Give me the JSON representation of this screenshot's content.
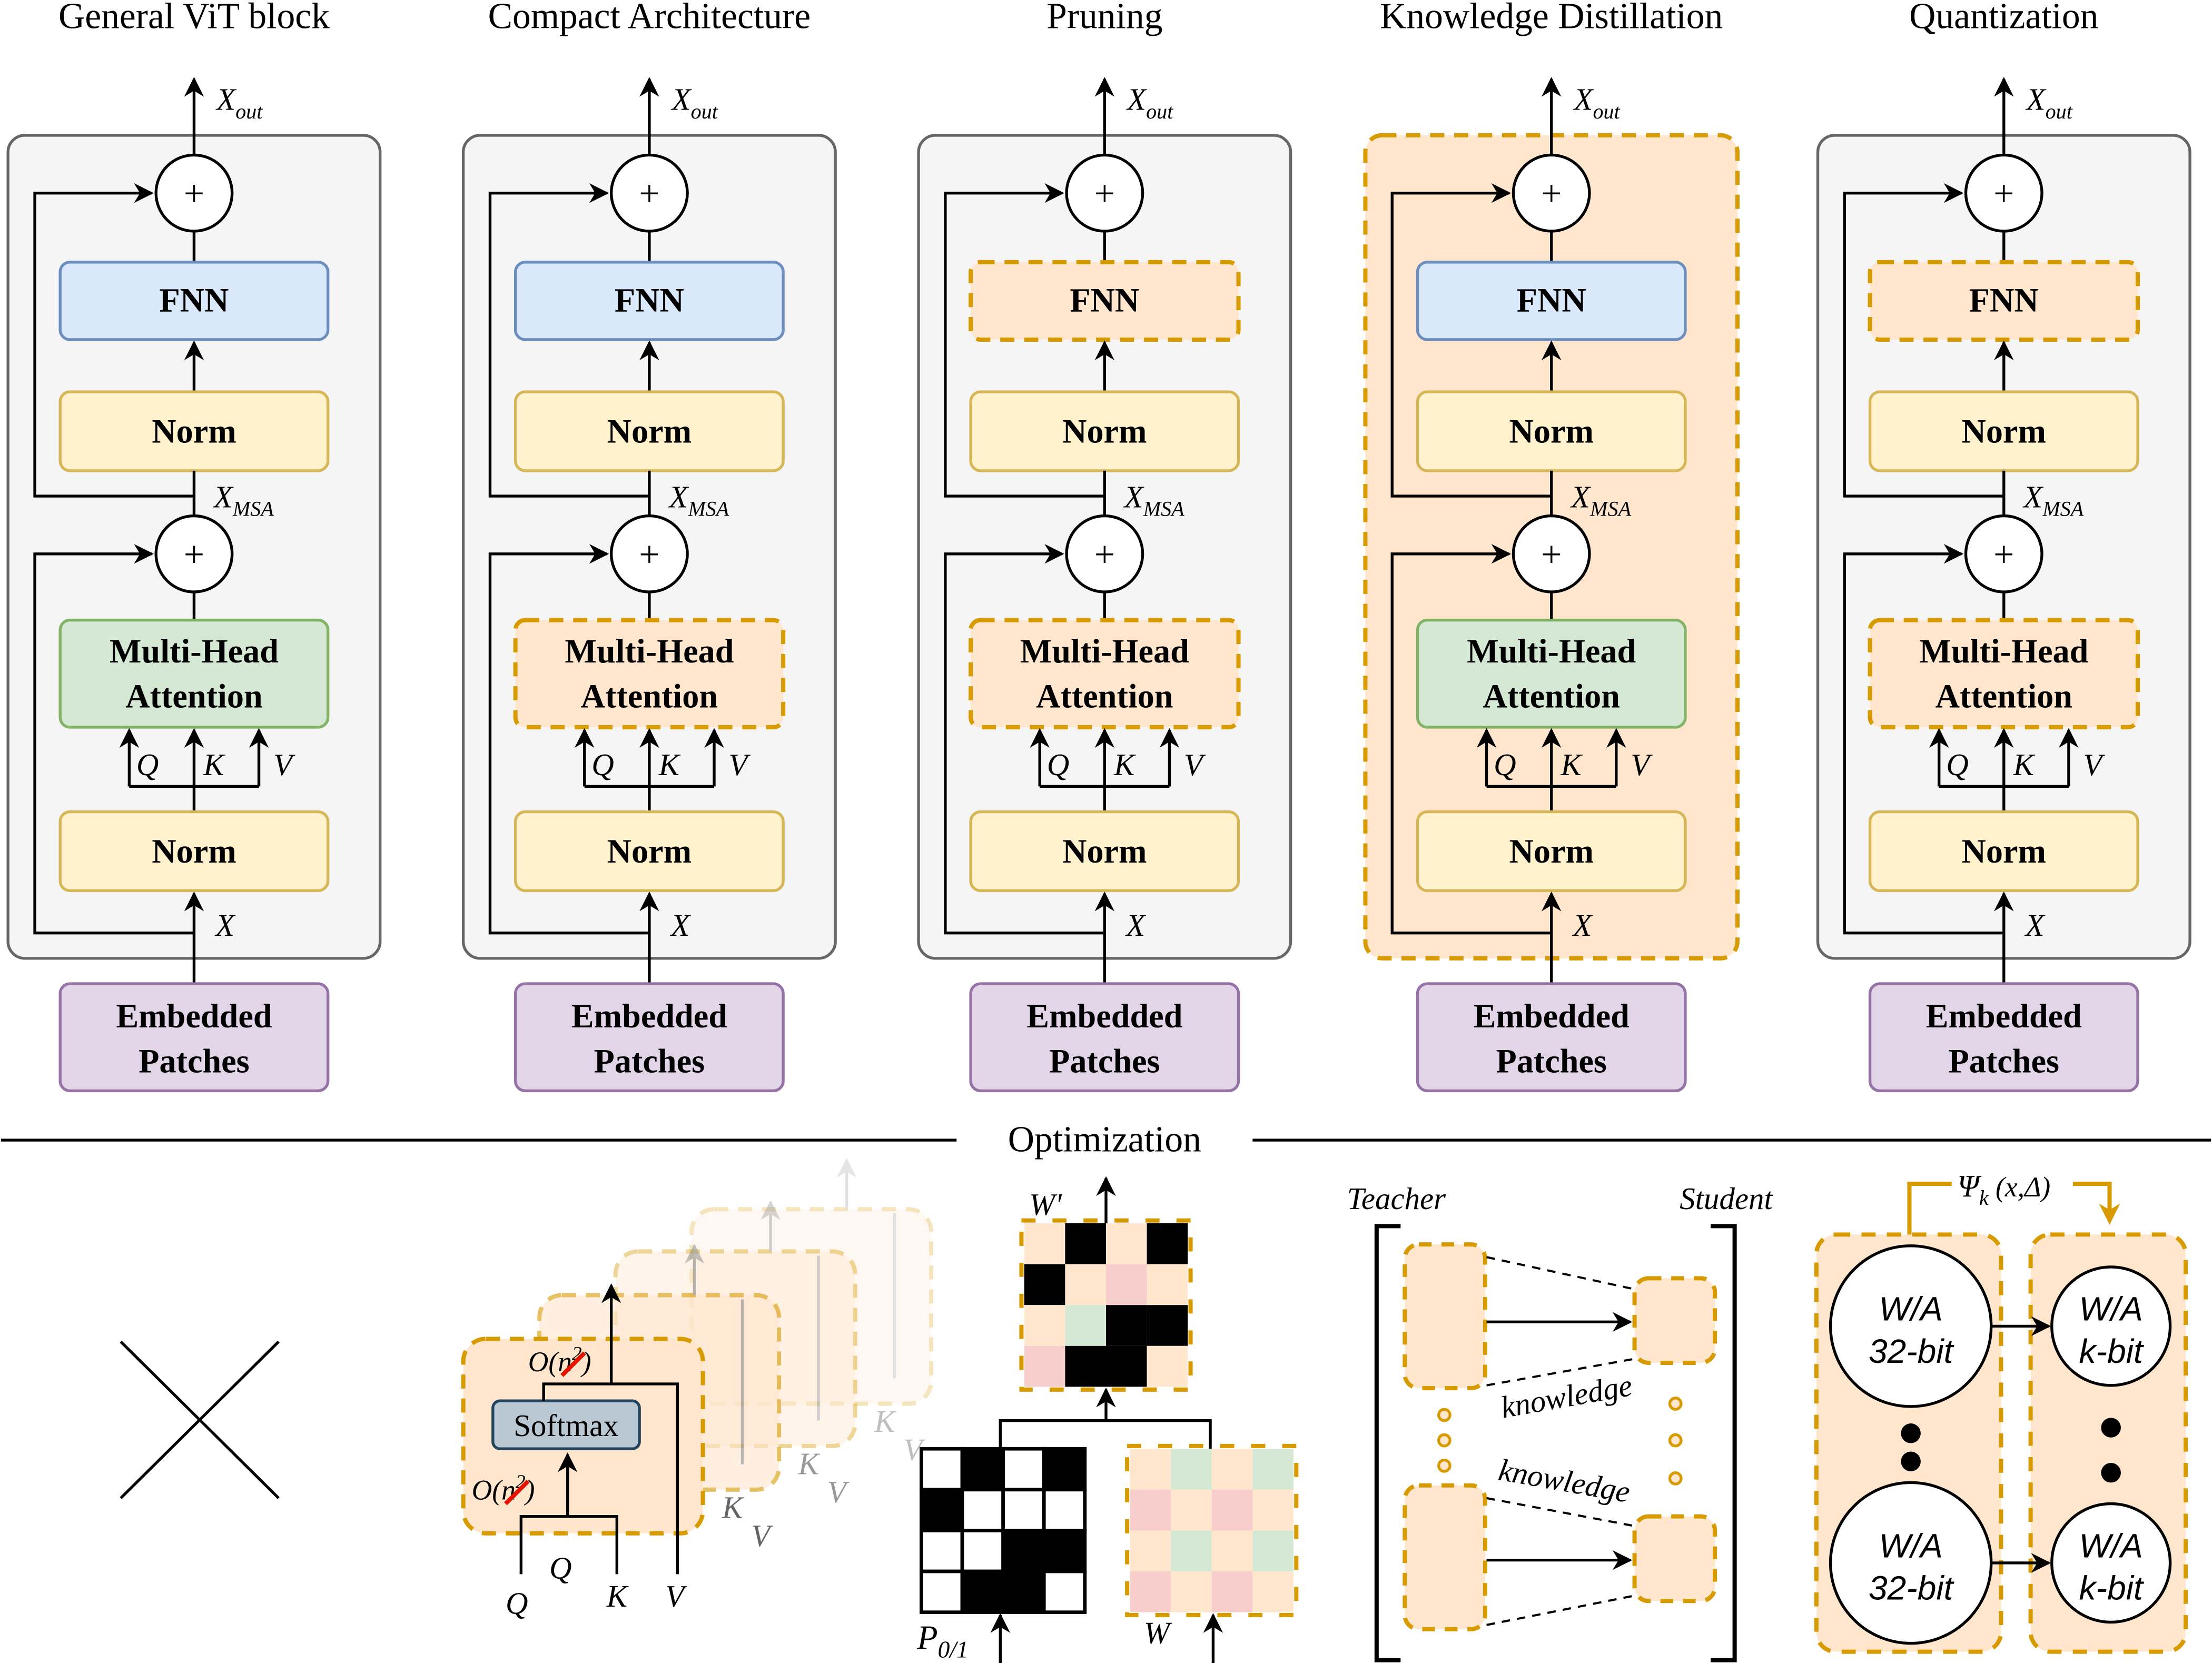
{
  "colors": {
    "panel_fill": "#f5f5f5",
    "panel_stroke": "#666666",
    "highlight_fill": "#ffe6cc",
    "highlight_stroke": "#d79b00",
    "fnn_fill": "#dae8fc",
    "fnn_stroke": "#6c8ebf",
    "norm_fill": "#fff2cc",
    "norm_stroke": "#d6b656",
    "mha_fill": "#d5e8d4",
    "mha_stroke": "#82b366",
    "embed_fill": "#e1d5e7",
    "embed_stroke": "#9673a6",
    "softmax_fill": "#bac8d3",
    "softmax_stroke": "#23445d",
    "cell_orange": "#ffe6cc",
    "cell_green": "#d5e8d4",
    "cell_red": "#f8cecc",
    "cell_black": "#000000",
    "cell_white": "#ffffff",
    "strike_red": "#e51400"
  },
  "block_labels": {
    "fnn": "FNN",
    "norm": "Norm",
    "mha_line1": "Multi-Head",
    "mha_line2": "Attention",
    "embed_line1": "Embedded",
    "embed_line2": "Patches",
    "plus": "+",
    "x_out": "X",
    "x_out_sub": "out",
    "x_msa": "X",
    "x_msa_sub": "MSA",
    "x_in": "X",
    "q": "Q",
    "k": "K",
    "v": "V"
  },
  "panels": [
    {
      "title": "General ViT block",
      "panel_style": "plain",
      "fnn_style": "normal",
      "mha_style": "normal"
    },
    {
      "title": "Compact Architecture",
      "panel_style": "plain",
      "fnn_style": "normal",
      "mha_style": "highlight"
    },
    {
      "title": "Pruning",
      "panel_style": "plain",
      "fnn_style": "highlight",
      "mha_style": "highlight"
    },
    {
      "title": "Knowledge Distillation",
      "panel_style": "highlight",
      "fnn_style": "normal",
      "mha_style": "normal"
    },
    {
      "title": "Quantization",
      "panel_style": "plain",
      "fnn_style": "highlight",
      "mha_style": "highlight"
    }
  ],
  "divider": {
    "label": "Optimization"
  },
  "general_placeholder": {
    "icon": "cross-icon"
  },
  "compact": {
    "softmax_label": "Softmax",
    "complexity_prefix": "O(n",
    "complexity_exp": "2",
    "complexity_suffix": ")",
    "inputs": [
      "Q",
      "K",
      "V"
    ],
    "ghost_layers": 3
  },
  "pruning": {
    "output_label": "W'",
    "mask_label": "P",
    "mask_sub": "0/1",
    "weight_label": "W",
    "mask": [
      [
        "W",
        "B",
        "W",
        "B"
      ],
      [
        "B",
        "W",
        "W",
        "W"
      ],
      [
        "W",
        "W",
        "B",
        "B"
      ],
      [
        "W",
        "B",
        "B",
        "W"
      ]
    ],
    "weights": [
      [
        "O",
        "G",
        "O",
        "G"
      ],
      [
        "R",
        "O",
        "R",
        "O"
      ],
      [
        "O",
        "G",
        "O",
        "G"
      ],
      [
        "R",
        "O",
        "R",
        "O"
      ]
    ],
    "pruned": [
      [
        "O",
        "B",
        "O",
        "B"
      ],
      [
        "B",
        "O",
        "R",
        "O"
      ],
      [
        "O",
        "G",
        "B",
        "B"
      ],
      [
        "R",
        "B",
        "B",
        "O"
      ]
    ]
  },
  "distillation": {
    "teacher_label": "Teacher",
    "student_label": "Student",
    "knowledge_label": "knowledge"
  },
  "quantization": {
    "function_label": "Ψ",
    "function_sub": "k",
    "function_args": " (x,Δ)",
    "fp_line1": "W/A",
    "fp_line2": "32-bit",
    "q_line1": "W/A",
    "q_line2": "k-bit"
  }
}
